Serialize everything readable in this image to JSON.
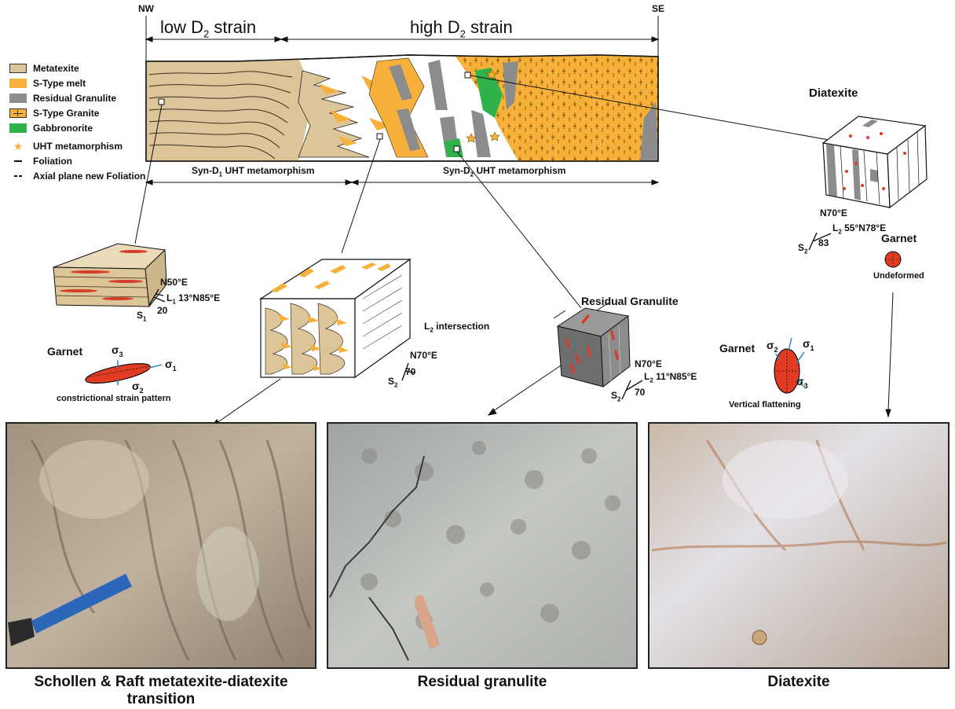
{
  "header": {
    "nw": "NW",
    "se": "SE",
    "low_strain": "low D",
    "low_strain_sub": "2",
    "low_strain_tail": " strain",
    "high_strain": "high D",
    "high_strain_sub": "2",
    "high_strain_tail": " strain"
  },
  "legend": {
    "items": [
      {
        "label": "Metatexite",
        "color": "#dcc599"
      },
      {
        "label": "S-Type melt",
        "color": "#f7b13b"
      },
      {
        "label": "Residual Granulite",
        "color": "#8c8c8c"
      },
      {
        "label": "S-Type Granite",
        "color": "#f7b13b"
      },
      {
        "label": "Gabbronorite",
        "color": "#2fb24a"
      },
      {
        "label": "UHT metamorphism",
        "symbol": "star"
      },
      {
        "label": "Foliation",
        "symbol": "line"
      },
      {
        "label": "Axial plane new Foliation",
        "symbol": "dash"
      }
    ]
  },
  "section": {
    "syn_d1": "Syn-D",
    "syn_d1_sub": "1",
    "syn_d1_tail": " UHT metamorphism",
    "syn_d2": "Syn-D",
    "syn_d2_sub": "2",
    "syn_d2_tail": " UHT metamorphism"
  },
  "blocks": {
    "diatexite_title": "Diatexite",
    "diatexite_strike": "N70°E",
    "diatexite_lineation": "L",
    "diatexite_lineation_sub": "2",
    "diatexite_lineation_tail": " 55°N78°E",
    "diatexite_s": "S",
    "diatexite_s_sub": "2",
    "diatexite_dip": "83",
    "garnet_undeformed_title": "Garnet",
    "garnet_undeformed_label": "Undeformed",
    "metatexite_strike": "N50°E",
    "metatexite_lineation": "L",
    "metatexite_lineation_sub": "1",
    "metatexite_lineation_tail": " 13°N85°E",
    "metatexite_s": "S",
    "metatexite_s_sub": "1",
    "metatexite_dip": "20",
    "garnet_constrictional_title": "Garnet",
    "garnet_constrictional_label": "constrictional strain pattern",
    "sigma": "σ",
    "sigma_1": "1",
    "sigma_2": "2",
    "sigma_3": "3",
    "melt_block_intersection": "L",
    "melt_block_intersection_sub": "2",
    "melt_block_intersection_tail": " intersection",
    "melt_block_strike": "N70°E",
    "melt_block_s": "S",
    "melt_block_s_sub": "2",
    "melt_block_dip": "70",
    "residual_title": "Residual Granulite",
    "residual_strike": "N70°E",
    "residual_lineation": "L",
    "residual_lineation_sub": "2",
    "residual_lineation_tail": " 11°N85°E",
    "residual_s": "S",
    "residual_s_sub": "2",
    "residual_dip": "70",
    "garnet_flattening_title": "Garnet",
    "garnet_flattening_label": "Vertical flattening"
  },
  "photos": {
    "left_caption_line1": "Schollen & Raft metatexite-diatexite",
    "left_caption_line2": "transition",
    "middle_caption": "Residual granulite",
    "right_caption": "Diatexite"
  }
}
